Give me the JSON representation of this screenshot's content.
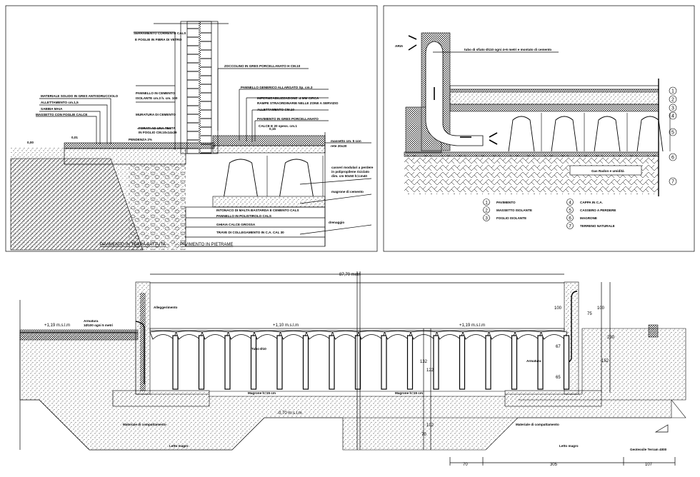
{
  "panel_left": {
    "labels": [
      "SERRAMENTO CORRENTE CALS",
      "E FOGLIE IN FIBRA DI VETRO",
      "ZOCCOLINO IN GRES PORCELLANATO H CM.10",
      "PANNELLO GENERICO ALLARGATO Sp. cm.3",
      "IMPERMEABILIZZAZIONE .4 MM CIRCA",
      "RAMPE STRAORDINARIE NELLE ZONE A SERVIZIO",
      "ALLETTAMENTO CM.10",
      "PAVIMENTO IN GRES PORCELLANATO",
      "CALCE E 20 spess. cm.1",
      "PANNELLO IN CEMENTO",
      "ISOLANTE cm.3 h. cm. 100",
      "MURATURA DI CEMENTO",
      "FORATI AD UNA TESTA",
      "IN FOGLIO CM.10x14x29",
      "MATERIALE SOLIDO IN GRES ANTISDRUCCIOLO",
      "ALLETTAMENTO cm.1,5",
      "SABBIA MAIA",
      "MASSETTO CON FOGLIE CALCE",
      "PENDENZA 2%",
      "massetto cm. 5 con",
      "rete 20x20",
      "casseri modulari a perdere",
      "in polipropilene riciclato",
      "dim. cm 50x50 h=cm40",
      "magrone di cemento",
      "drenaggio",
      "INTONACO DI MALTA BASTARDA E CEMENTO CALS",
      "PANNELLO IN POLISTIROLO CALS",
      "GHIAIA CALCE GROSSA",
      "TRAVE DI COLLEGAMENTO IN C.A. CAL 30"
    ],
    "elevations": [
      "0,00",
      "0,01",
      "0,15"
    ],
    "captions": [
      "PAVIMENTO IN TERRA BATTUTA",
      "PAVIMENTO IN PIETRAME"
    ]
  },
  "panel_right": {
    "air_label": "ARIA",
    "pipe_label": "tubo di sfiato Ø110 ogni 4÷6 metri e montato di cemento",
    "gas_label": "Gas Radon e umidità",
    "layer_numbers": [
      "1",
      "2",
      "3",
      "4",
      "5",
      "6",
      "7"
    ],
    "legend": [
      {
        "num": "1",
        "label": "PAVIMENTO"
      },
      {
        "num": "2",
        "label": "MASSETTO ISOLANTE"
      },
      {
        "num": "3",
        "label": "FOGLIO ISOLANTE"
      },
      {
        "num": "4",
        "label": "CAPPA IN C.A."
      },
      {
        "num": "5",
        "label": "CASSERO A PERDERE"
      },
      {
        "num": "6",
        "label": "MAGRONE"
      },
      {
        "num": "7",
        "label": "TERRENO NATURALE"
      }
    ]
  },
  "panel_bottom": {
    "total_length": "87,70 metri",
    "elev_left": "+1,19 m.s.l.m",
    "elev_center": "+1,10 m.s.l.m",
    "elev_right": "+1,19 m.s.l.m",
    "elev_bottom": "-0,70 m.s.l.m",
    "lightening": "Alleggerimento",
    "rebar_1": "Armatura",
    "rebar_2": "1Ø100 ogni 5 metri",
    "rebar_right": "Armatura",
    "pipe": "Tubo Ø10",
    "lean_left": "Magrone h=15 cm",
    "lean_right": "Magrone h=15 cm",
    "fill_left": "Materiale di compattamento",
    "fill_right": "Materiale di compattamento",
    "bed_left": "Letto magro",
    "bed_right": "Letto magro",
    "geotextile": "Geotessile Terram 4000",
    "dims": {
      "d100a": "100",
      "d75": "75",
      "d100b": "100",
      "d67": "67",
      "d65": "65",
      "d132": "132",
      "d122": "122",
      "d152": "152",
      "d230": "230",
      "d102": "102",
      "d70v": "70",
      "d70": "70",
      "d305": "305",
      "d107": "107"
    }
  },
  "colors": {
    "ink": "#000000",
    "paper": "#ffffff"
  }
}
